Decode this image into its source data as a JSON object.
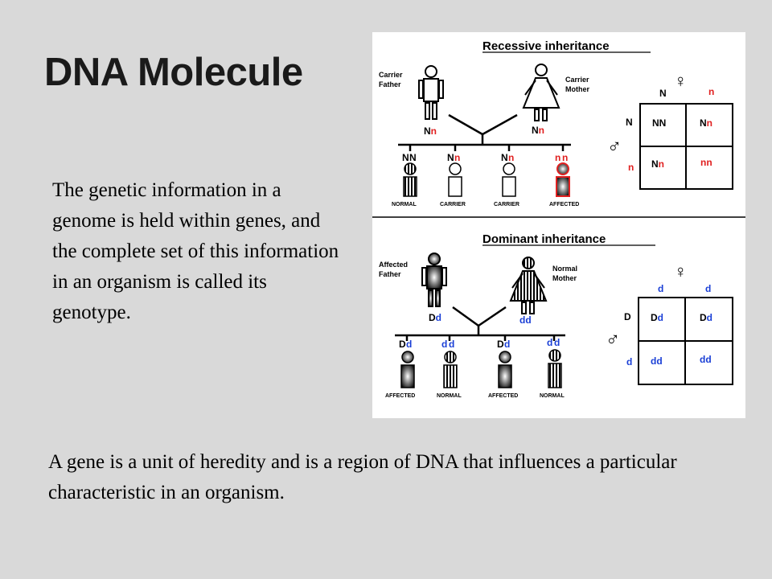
{
  "slide": {
    "title": "DNA Molecule",
    "paragraph1": "The genetic information in a genome is held within genes, and the complete set of this information in an organism is called its genotype.",
    "paragraph2": "A gene is a unit of heredity and is a region of DNA that influences a particular characteristic in an organism."
  },
  "figure": {
    "recessive": {
      "heading": "Recessive inheritance",
      "father_label": [
        "Carrier",
        "Father"
      ],
      "mother_label": [
        "Carrier",
        "Mother"
      ],
      "father_genotype": {
        "a": "N",
        "b": "n"
      },
      "mother_genotype": {
        "a": "N",
        "b": "n"
      },
      "children": [
        {
          "a": "N",
          "b": "N",
          "status": "NORMAL"
        },
        {
          "a": "N",
          "b": "n",
          "status": "CARRIER"
        },
        {
          "a": "N",
          "b": "n",
          "status": "CARRIER"
        },
        {
          "a": "n",
          "b": "n",
          "status": "AFFECTED"
        }
      ],
      "punnett": {
        "female_alleles": [
          "N",
          "n"
        ],
        "male_alleles": [
          "N",
          "n"
        ],
        "cells": [
          [
            "NN",
            "Nn"
          ],
          [
            "Nn",
            "nn"
          ]
        ]
      }
    },
    "dominant": {
      "heading": "Dominant inheritance",
      "father_label": [
        "Affected",
        "Father"
      ],
      "mother_label": [
        "Normal",
        "Mother"
      ],
      "father_genotype": {
        "a": "D",
        "b": "d"
      },
      "mother_genotype": {
        "a": "d",
        "b": "d"
      },
      "children": [
        {
          "a": "D",
          "b": "d",
          "status": "AFFECTED"
        },
        {
          "a": "d",
          "b": "d",
          "status": "NORMAL"
        },
        {
          "a": "D",
          "b": "d",
          "status": "AFFECTED"
        },
        {
          "a": "d",
          "b": "d",
          "status": "NORMAL"
        }
      ],
      "punnett": {
        "female_alleles": [
          "d",
          "d"
        ],
        "male_alleles": [
          "D",
          "d"
        ],
        "cells": [
          [
            "Dd",
            "Dd"
          ],
          [
            "dd",
            "dd"
          ]
        ]
      }
    },
    "symbols": {
      "female": "♀",
      "male": "♂"
    },
    "colors": {
      "recessive_allele": "#e02020",
      "dominant_recessive_allele": "#1a3fd6",
      "ink": "#000000",
      "slide_bg": "#d9d9d9"
    }
  }
}
